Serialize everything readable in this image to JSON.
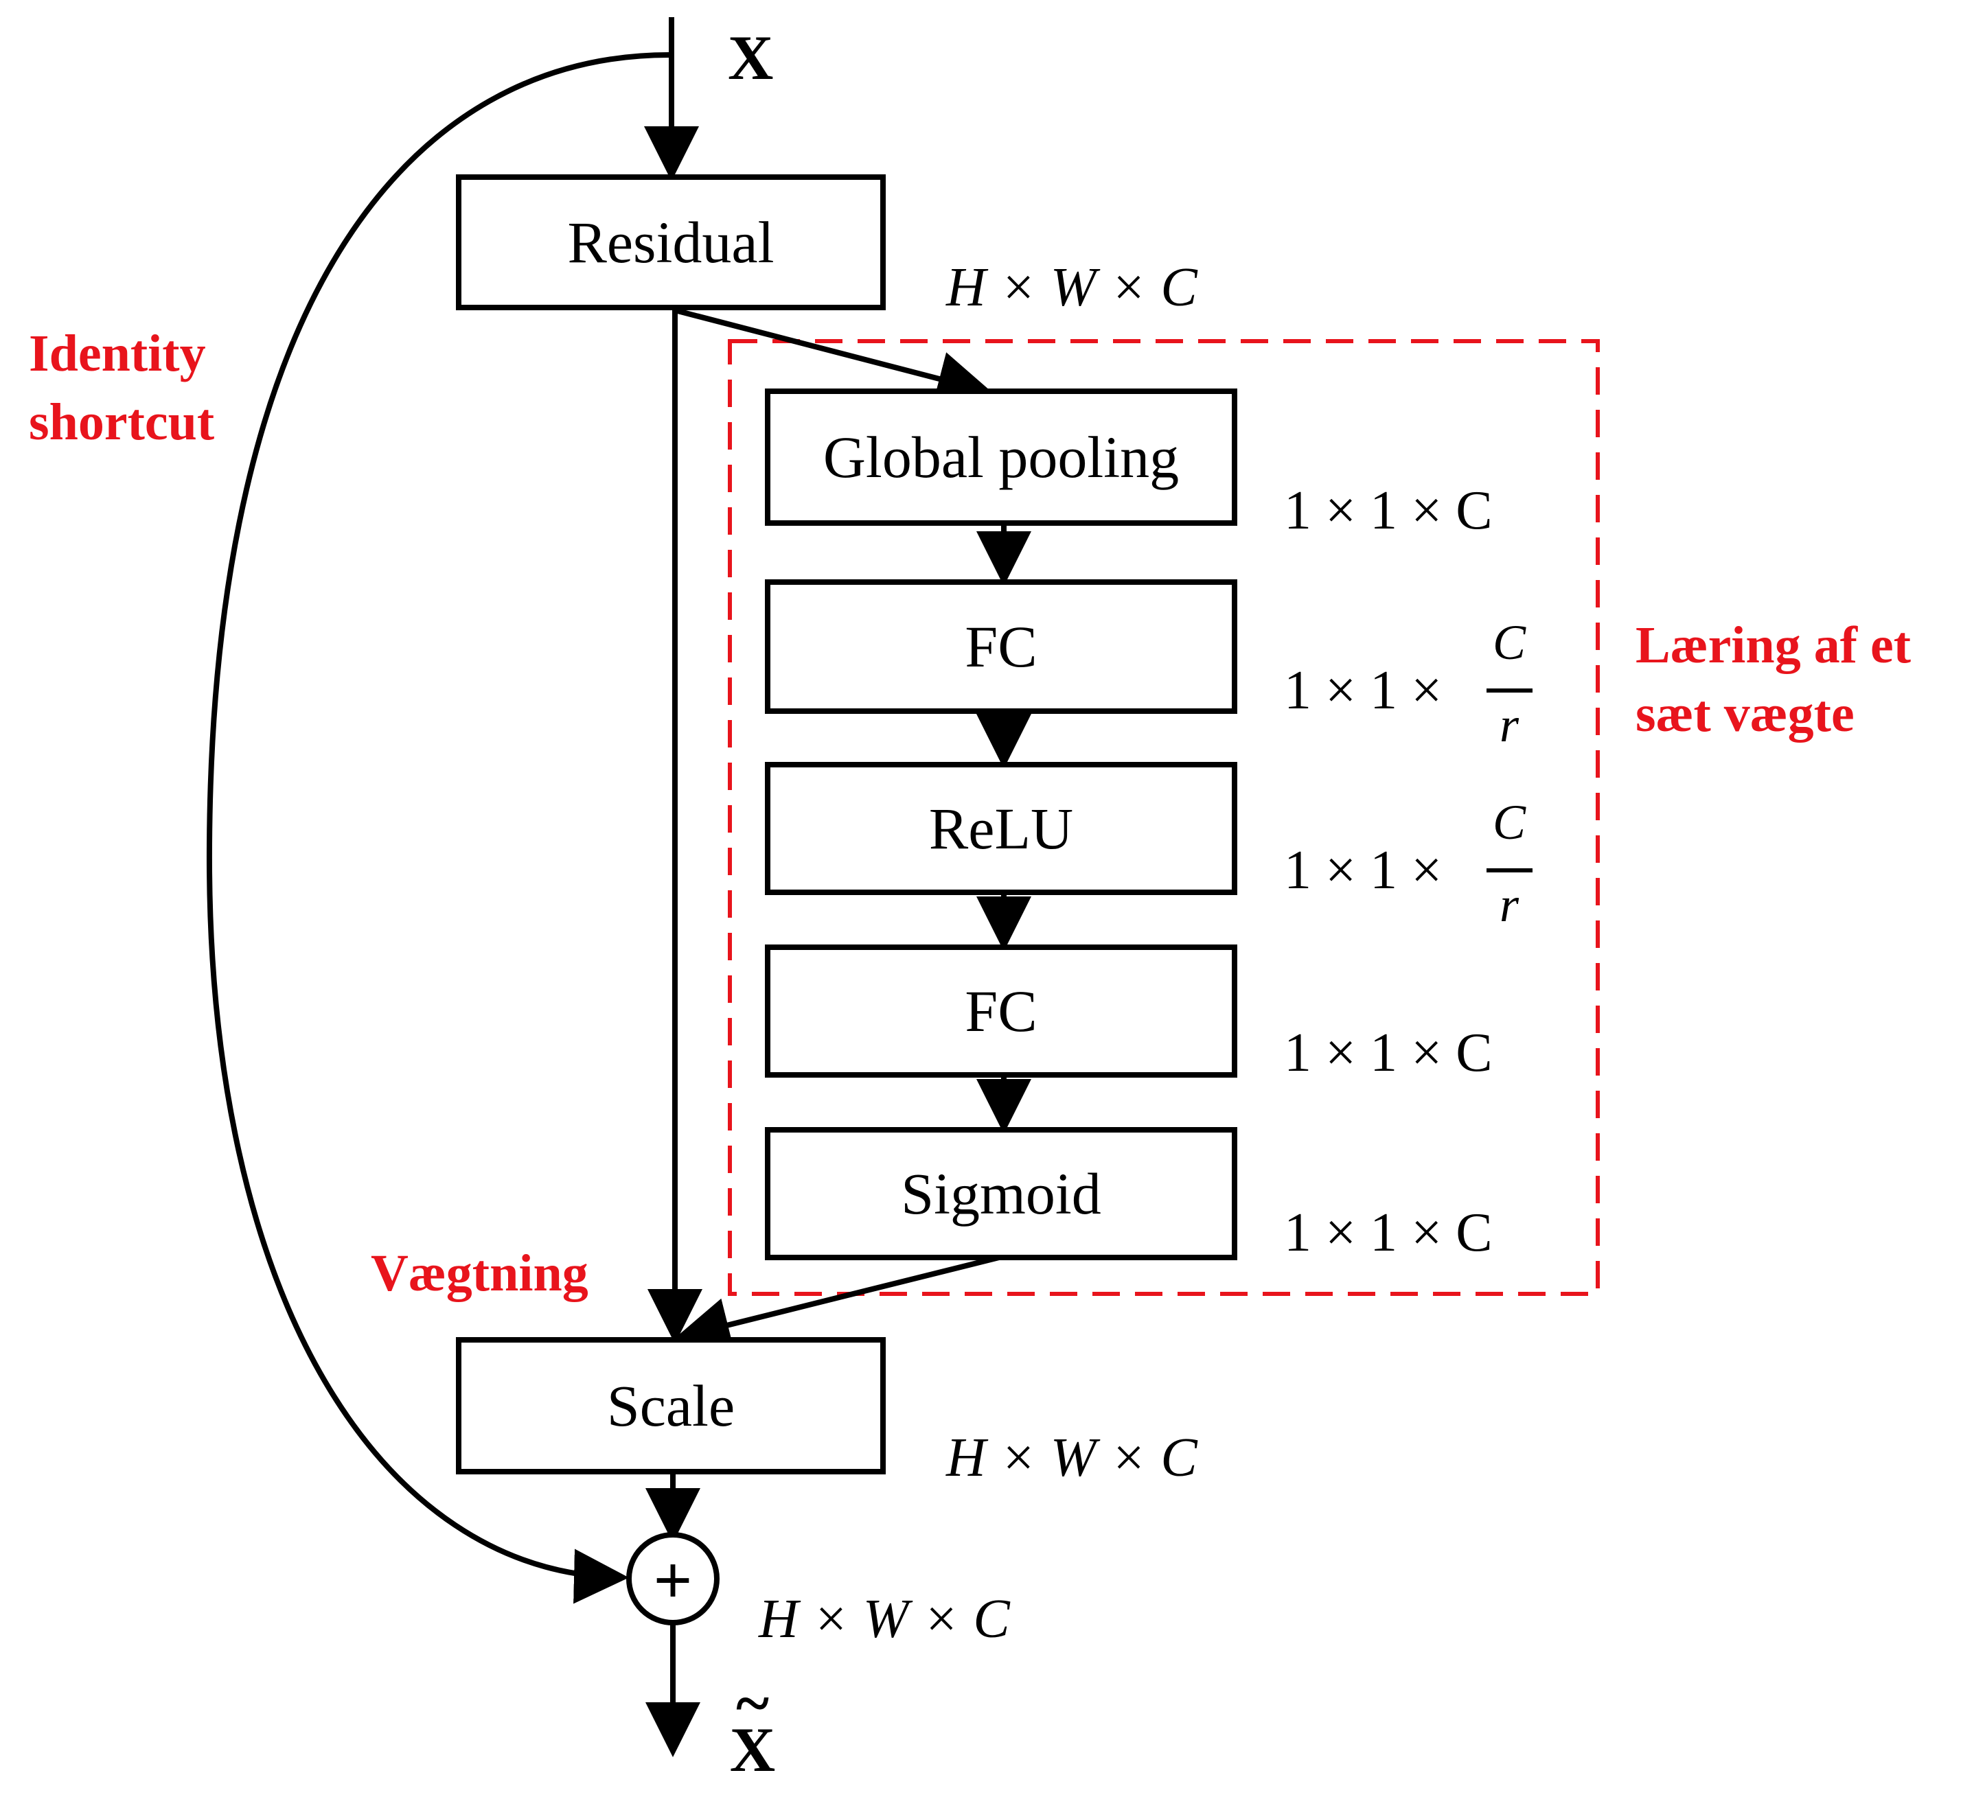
{
  "input_label": "X",
  "output_label": "X",
  "output_accent": "~",
  "blocks": {
    "residual": "Residual",
    "global_pooling": "Global pooling",
    "fc1": "FC",
    "relu": "ReLU",
    "fc2": "FC",
    "sigmoid": "Sigmoid",
    "scale": "Scale",
    "add_symbol": "+"
  },
  "dimensions": {
    "after_residual": "H × W × C",
    "after_pooling": "1 × 1 × C",
    "after_fc1_prefix": "1 × 1 ×",
    "after_fc1_num": "C",
    "after_fc1_den": "r",
    "after_relu_prefix": "1 × 1 ×",
    "after_relu_num": "C",
    "after_relu_den": "r",
    "after_fc2": "1 × 1 × C",
    "after_sigmoid": "1 × 1 × C",
    "after_scale": "H × W × C",
    "after_add": "H × W × C"
  },
  "annotations": {
    "identity_shortcut_line1": "Identity",
    "identity_shortcut_line2": "shortcut",
    "learning_line1": "Læring af et",
    "learning_line2": "sæt vægte",
    "weighting": "Vægtning"
  },
  "colors": {
    "annotation": "#e8141c",
    "lines": "#000000"
  }
}
